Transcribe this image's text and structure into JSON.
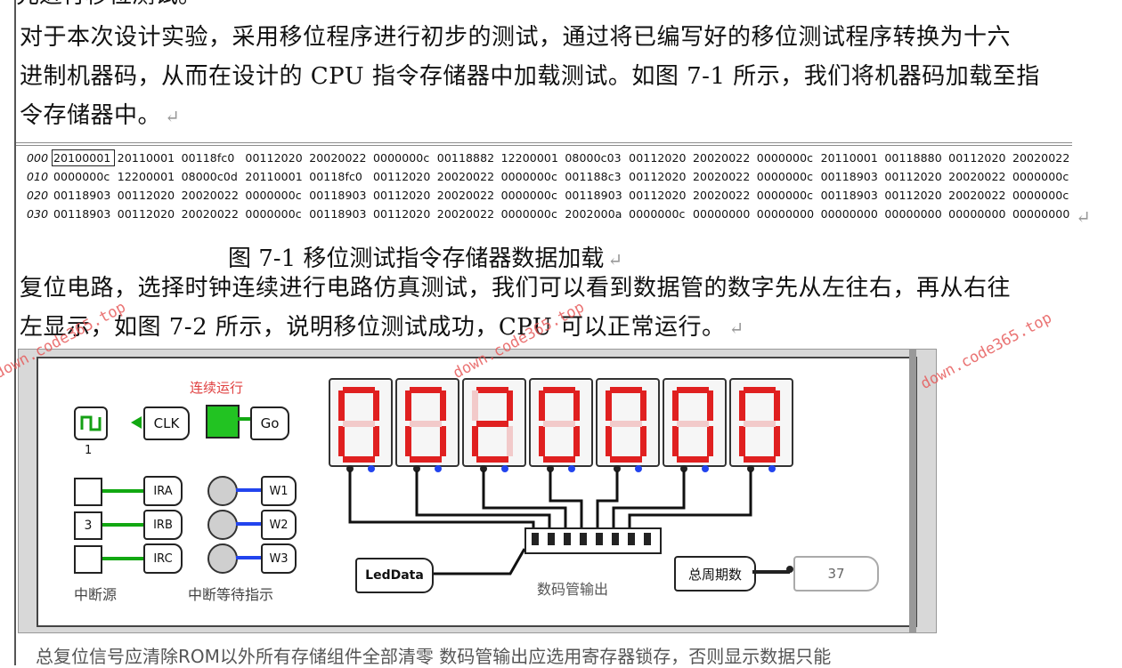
{
  "top_partial_line": "先进行移位测试。",
  "paragraph1": [
    "对于本次设计实验，采用移位程序进行初步的测试，通过将已编写好的移位测试程序转换为十六",
    "进制机器码，从而在设计的 CPU 指令存储器中加载测试。如图 7-1 所示，我们将机器码加载至指",
    "令存储器中。"
  ],
  "memory_rows": [
    {
      "addr": "000",
      "words": [
        "20100001",
        "20110001",
        "00118fc0",
        "00112020",
        "20020022",
        "0000000c",
        "00118882",
        "12200001",
        "08000c03",
        "00112020",
        "20020022",
        "0000000c",
        "20110001",
        "00118880",
        "00112020",
        "20020022"
      ]
    },
    {
      "addr": "010",
      "words": [
        "0000000c",
        "12200001",
        "08000c0d",
        "20110001",
        "00118fc0",
        "00112020",
        "20020022",
        "0000000c",
        "001188c3",
        "00112020",
        "20020022",
        "0000000c",
        "00118903",
        "00112020",
        "20020022",
        "0000000c"
      ]
    },
    {
      "addr": "020",
      "words": [
        "00118903",
        "00112020",
        "20020022",
        "0000000c",
        "00118903",
        "00112020",
        "20020022",
        "0000000c",
        "00118903",
        "00112020",
        "20020022",
        "0000000c",
        "00118903",
        "00112020",
        "20020022",
        "0000000c"
      ]
    },
    {
      "addr": "030",
      "words": [
        "00118903",
        "00112020",
        "20020022",
        "0000000c",
        "00118903",
        "00112020",
        "20020022",
        "0000000c",
        "2002000a",
        "0000000c",
        "00000000",
        "00000000",
        "00000000",
        "00000000",
        "00000000",
        "00000000"
      ]
    }
  ],
  "figure1_caption": "图 7-1  移位测试指令存储器数据加载",
  "paragraph2": [
    "复位电路，选择时钟连续进行电路仿真测试，我们可以看到数据管的数字先从左往右，再从右往",
    "左显示，如图 7-2 所示，说明移位测试成功，CPU 可以正常运行。"
  ],
  "watermark": "down.code365.top",
  "circuit": {
    "run_label": "连续运行",
    "clk_label": "CLK",
    "go_label": "Go",
    "clock_value": "1",
    "irq_inputs": [
      "",
      "3",
      ""
    ],
    "irq_labels": [
      "IRA",
      "IRB",
      "IRC"
    ],
    "wait_labels": [
      "W1",
      "W2",
      "W3"
    ],
    "irq_source_label": "中断源",
    "wait_label": "中断等待指示",
    "digits": [
      "0",
      "0",
      "2",
      "0",
      "0",
      "0",
      "0"
    ],
    "led_label": "LedData",
    "bus_label": "数码管输出",
    "cycle_label": "总周期数",
    "cycle_value": "37",
    "colors": {
      "segment_on": "#e02020",
      "segment_off": "#f2caca",
      "go": "#22c322",
      "wire_green": "#12a812",
      "wire_blue": "#2244ee"
    }
  },
  "bottom_text": "总复位信号应清除ROM以外所有存储组件全部清零        数码管输出应选用寄存器锁存，否则显示数据只能"
}
